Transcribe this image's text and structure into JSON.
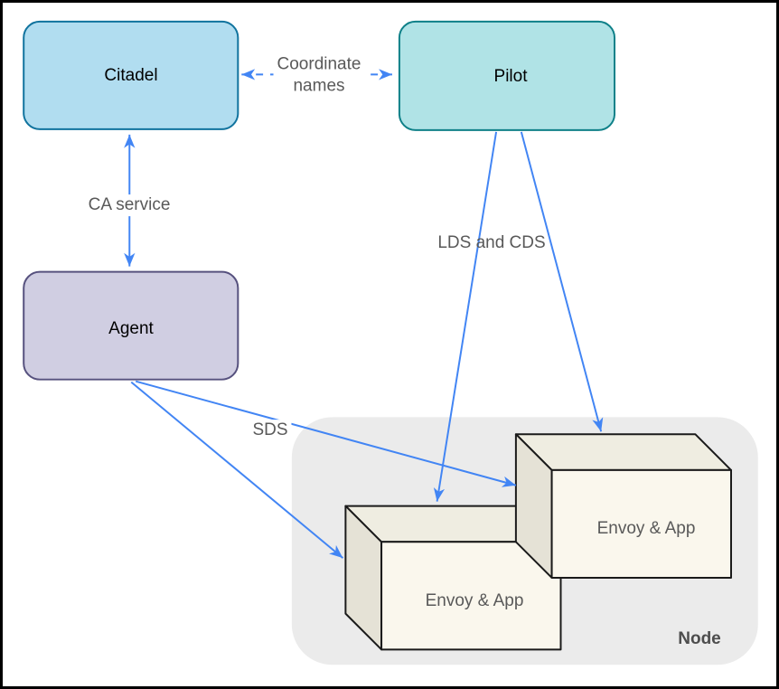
{
  "diagram": {
    "nodes": {
      "citadel": {
        "label": "Citadel",
        "fill": "#B1DDF0",
        "stroke": "#10739E"
      },
      "pilot": {
        "label": "Pilot",
        "fill": "#B0E3E6",
        "stroke": "#0E8088"
      },
      "agent": {
        "label": "Agent",
        "fill": "#D0CEE2",
        "stroke": "#56517E"
      },
      "node_group": {
        "label": "Node",
        "fill": "#EBEBEB"
      },
      "envoy_left": {
        "label": "Envoy & App"
      },
      "envoy_right": {
        "label": "Envoy & App"
      }
    },
    "edges": {
      "coordinate_names": {
        "label_line1": "Coordinate",
        "label_line2": "names",
        "style": "dashed",
        "from": "Citadel",
        "to": "Pilot",
        "bidirectional": true
      },
      "ca_service": {
        "label": "CA service",
        "style": "solid",
        "from": "Citadel",
        "to": "Agent",
        "bidirectional": true
      },
      "lds_cds": {
        "label": "LDS and CDS",
        "style": "solid",
        "from": "Pilot",
        "to": "Envoy & App"
      },
      "sds": {
        "label": "SDS",
        "style": "solid",
        "from": "Agent",
        "to": "Envoy & App"
      }
    },
    "colors": {
      "arrow": "#4285F4",
      "edge_label": "#595959",
      "cube_front": "#FAF7ED",
      "cube_top": "#EFEDE1",
      "cube_side": "#E5E2D6",
      "cube_stroke": "#1A1A1A",
      "group_label": "#4D4D4D",
      "frame_border": "#000000"
    }
  }
}
